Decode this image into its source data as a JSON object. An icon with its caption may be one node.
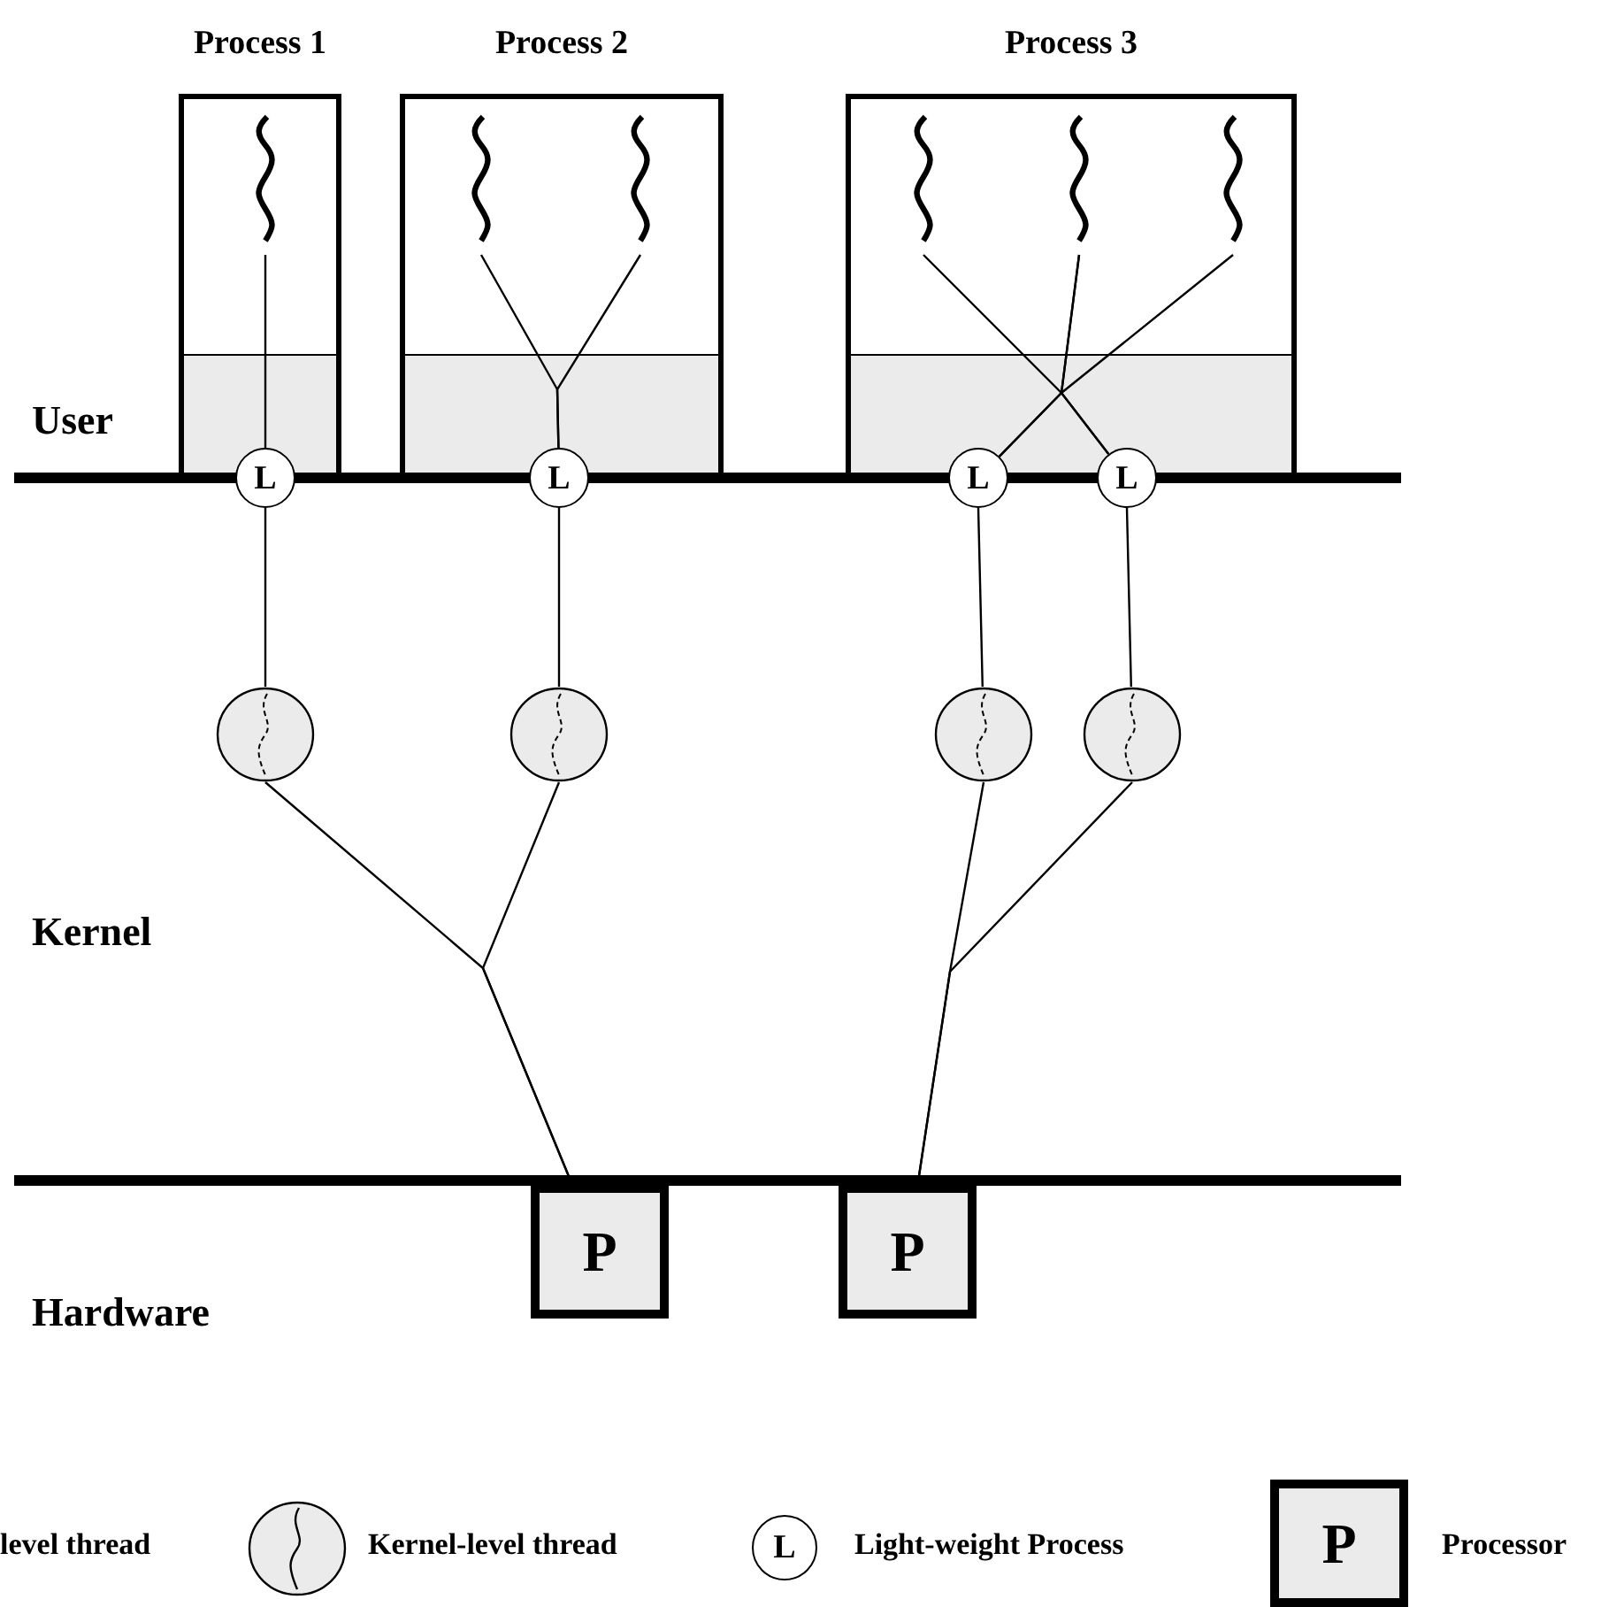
{
  "diagram": {
    "nodes": [
      {
        "text": [
          "Process 1"
        ]
      },
      {
        "text": [
          "Process 2"
        ]
      },
      {
        "text": [
          "Process 3"
        ]
      },
      {
        "text": [],
        "shape": "squiggle",
        "in": 0
      },
      {
        "text": [],
        "shape": "squiggle",
        "in": 1
      },
      {
        "text": [],
        "shape": "squiggle",
        "in": 1
      },
      {
        "text": [],
        "shape": "squiggle",
        "in": 2
      },
      {
        "text": [],
        "shape": "squiggle",
        "in": 2
      },
      {
        "text": [],
        "shape": "squiggle",
        "in": 2
      },
      {
        "text": [
          "L"
        ]
      },
      {
        "text": [
          "L"
        ]
      },
      {
        "text": [
          "L"
        ]
      },
      {
        "text": [
          "L"
        ]
      },
      {
        "text": [],
        "shape": "circle"
      },
      {
        "text": [],
        "shape": "circle"
      },
      {
        "text": [],
        "shape": "circle"
      },
      {
        "text": [],
        "shape": "circle"
      },
      {
        "text": [
          "P"
        ]
      },
      {
        "text": [
          "P"
        ]
      }
    ],
    "edges": [
      {
        "from": 3,
        "to": 9,
        "arrow": "none"
      },
      {
        "from": 4,
        "to": 10,
        "arrow": "none"
      },
      {
        "from": 5,
        "to": 10,
        "arrow": "none"
      },
      {
        "from": 6,
        "to": 12,
        "arrow": "none"
      },
      {
        "from": 7,
        "to": 11,
        "arrow": "none"
      },
      {
        "from": 7,
        "to": 12,
        "arrow": "none"
      },
      {
        "from": 8,
        "to": 11,
        "arrow": "none"
      },
      {
        "from": 9,
        "to": 13,
        "arrow": "none"
      },
      {
        "from": 10,
        "to": 14,
        "arrow": "none"
      },
      {
        "from": 11,
        "to": 15,
        "arrow": "none"
      },
      {
        "from": 12,
        "to": 16,
        "arrow": "none"
      },
      {
        "from": 13,
        "to": 17,
        "arrow": "none"
      },
      {
        "from": 14,
        "to": 17,
        "arrow": "none"
      },
      {
        "from": 15,
        "to": 18,
        "arrow": "none"
      },
      {
        "from": 16,
        "to": 18,
        "arrow": "none"
      }
    ],
    "labels": [
      "User",
      "Kernel",
      "Hardware",
      "L",
      "P"
    ],
    "legend": [
      {
        "text": "level thread"
      },
      {
        "text": "Kernel-level thread"
      },
      {
        "text": "Light-weight Process"
      },
      {
        "text": "Processor"
      }
    ]
  }
}
